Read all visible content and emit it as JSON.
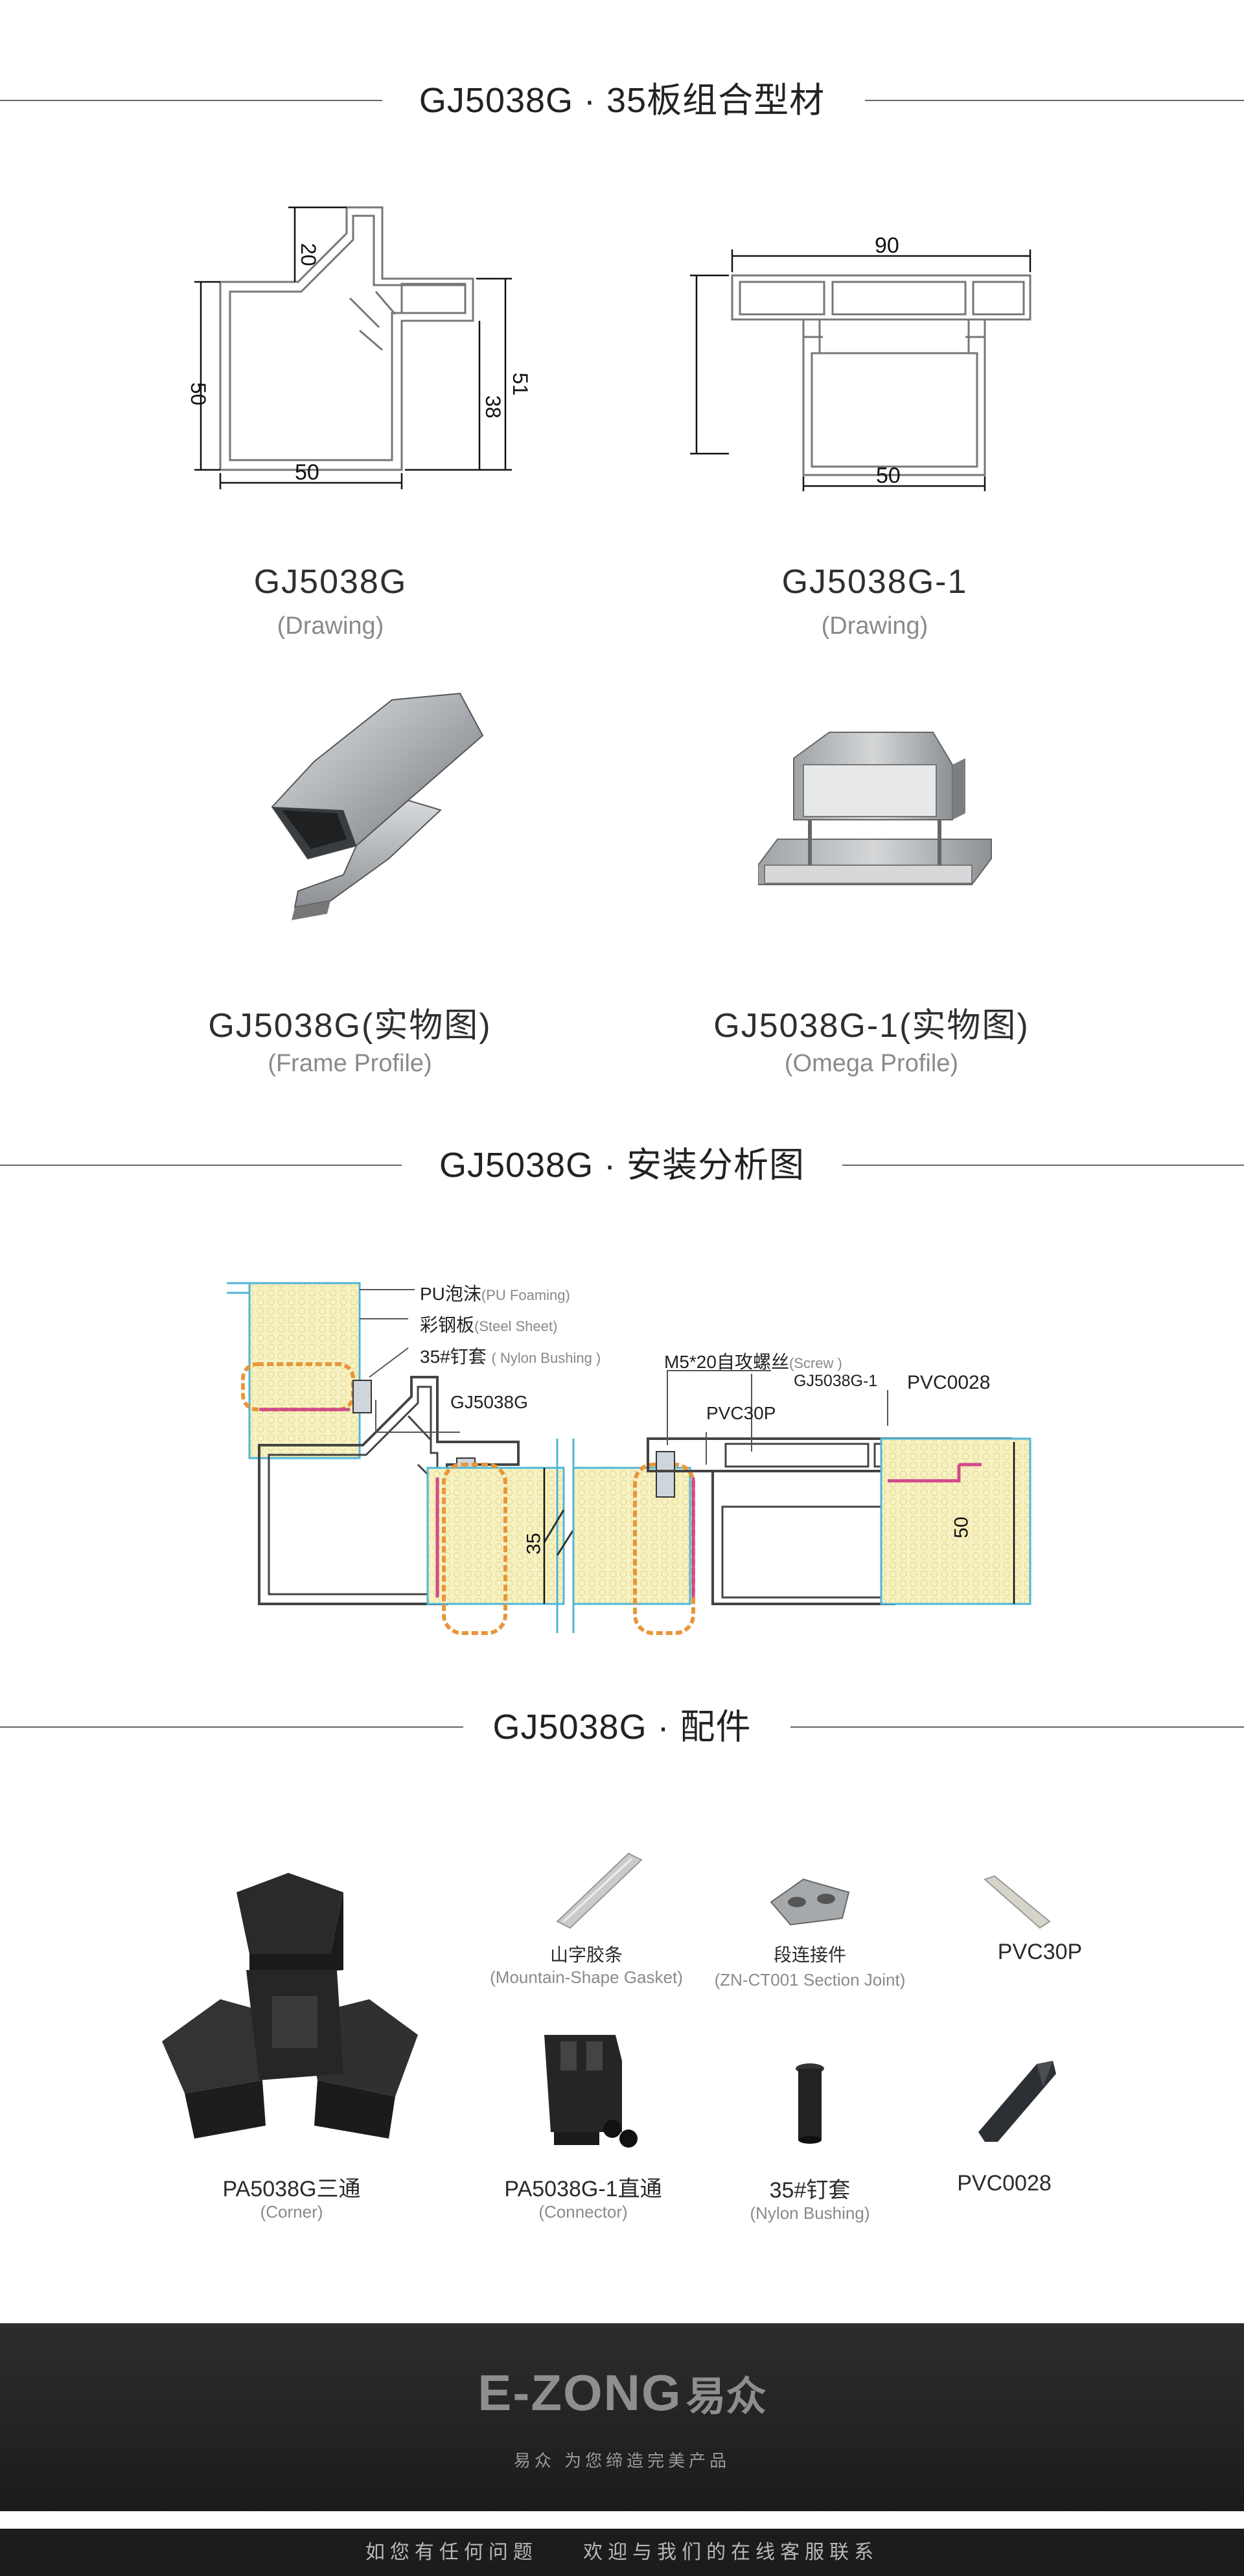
{
  "sections": {
    "profile_title": "GJ5038G · 35板组合型材",
    "install_title": "GJ5038G · 安装分析图",
    "accessory_title": "GJ5038G · 配件"
  },
  "drawings": {
    "left": {
      "dim_top": "20",
      "dim_left": "50",
      "dim_right": "51",
      "dim_inner": "38",
      "dim_bottom": "50",
      "name": "GJ5038G",
      "sub": "(Drawing)"
    },
    "right": {
      "dim_top": "90",
      "dim_bottom": "50",
      "name": "GJ5038G-1",
      "sub": "(Drawing)"
    }
  },
  "photos": {
    "left": {
      "name": "GJ5038G(实物图)",
      "sub": "(Frame Profile)"
    },
    "right": {
      "name": "GJ5038G-1(实物图)",
      "sub": "(Omega Profile)"
    }
  },
  "install": {
    "pu_foam": "PU泡沫",
    "pu_foam_en": "(PU Foaming)",
    "steel_sheet": "彩钢板",
    "steel_sheet_en": "(Steel Sheet)",
    "nylon": "35#钉套",
    "nylon_en": "( Nylon Bushing )",
    "screw": "M5*20自攻螺丝",
    "screw_en": "(Screw )",
    "gj5038g": "GJ5038G",
    "gj5038g1": "GJ5038G-1",
    "pvc0028": "PVC0028",
    "pvc30p": "PVC30P",
    "dim_35": "35",
    "dim_50": "50"
  },
  "accessories": [
    {
      "name": "山字胶条",
      "sub": "(Mountain-Shape Gasket)"
    },
    {
      "name": "段连接件",
      "sub": "(ZN-CT001 Section Joint)"
    },
    {
      "name": "PVC30P",
      "sub": ""
    },
    {
      "name": "PA5038G三通",
      "sub": "(Corner)"
    },
    {
      "name": "PA5038G-1直通",
      "sub": "(Connector)"
    },
    {
      "name": "35#钉套",
      "sub": "(Nylon Bushing)"
    },
    {
      "name": "PVC0028",
      "sub": ""
    }
  ],
  "footer": {
    "logo": "E-ZONG",
    "logo_cn": "易众",
    "slogan": "易众 为您缔造完美产品",
    "contact": "如您有任何问题    欢迎与我们的在线客服联系"
  },
  "colors": {
    "foam": "#f7f2c4",
    "orange": "#e8963a",
    "blue": "#4fb6d8",
    "pink": "#d04a8a",
    "footer": "#222222"
  }
}
